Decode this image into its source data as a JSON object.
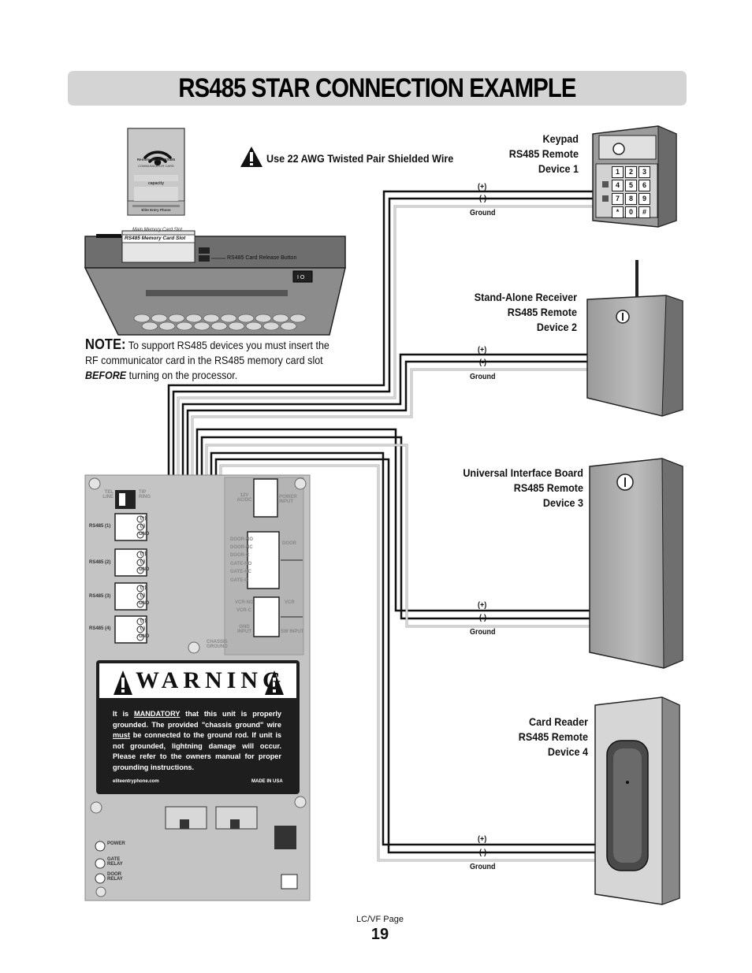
{
  "title": "RS485 STAR CONNECTION EXAMPLE",
  "wire_note": "Use 22 AWG Twisted Pair Shielded Wire",
  "note": {
    "heading": "NOTE:",
    "text_1": "To support RS485 devices you must insert the RF communicator card in the RS485 memory card slot",
    "emphasis": "BEFORE",
    "text_2": "turning on the processor."
  },
  "card": {
    "line1": "Remote Access RS485",
    "line2": "COMMUNICATOR CARD",
    "line3": "capacity",
    "line4": "Elite Entry Phone"
  },
  "processor": {
    "main_slot": "Main Memory Card Slot",
    "rs485_slot": "RS485 Memory Card Slot",
    "release_button": "RS485 Card Release Button"
  },
  "devices": [
    {
      "line1": "Keypad",
      "line2": "RS485 Remote",
      "line3": "Device 1"
    },
    {
      "line1": "Stand-Alone Receiver",
      "line2": "RS485 Remote",
      "line3": "Device 2"
    },
    {
      "line1": "Universal Interface Board",
      "line2": "RS485 Remote",
      "line3": "Device 3"
    },
    {
      "line1": "Card Reader",
      "line2": "RS485 Remote",
      "line3": "Device 4"
    }
  ],
  "wire_labels": {
    "plus": "(+)",
    "minus": "(-)",
    "ground": "Ground"
  },
  "board": {
    "tel_line": "TEL LINE",
    "tip_ring": "TIP RING",
    "ports": [
      "RS485 (1)",
      "RS485 (2)",
      "RS485 (3)",
      "RS485 (4)"
    ],
    "port_pins": [
      "(+)",
      "(-)",
      "GND"
    ],
    "power_12v": "12V AC/DC",
    "power_input": "POWER INPUT",
    "door_pins": [
      "DOOR-NO",
      "DOOR-NC",
      "DOOR-C",
      "GATE-NO",
      "GATE-NC",
      "GATE-C"
    ],
    "door_label": "DOOR",
    "vcr_pins": [
      "VCR-NO",
      "VCR-C"
    ],
    "vcr_label": "VCR",
    "gnd_input": "GND INPUT",
    "sw_input": "SW INPUT",
    "chassis_ground": "CHASSIS GROUND",
    "leds": [
      "POWER",
      "GATE RELAY",
      "DOOR RELAY"
    ]
  },
  "warning": {
    "heading": "WARNING",
    "pre": "It is",
    "mandatory": "MANDATORY",
    "text_a": "that this unit is properly grounded. The provided \"chassis ground\" wire",
    "must": "must",
    "text_b": "be connected to the ground rod. If unit is not grounded, lightning damage will occur. Please refer to the owners manual for proper grounding instructions.",
    "website": "eliteentryphone.com",
    "made_in": "MADE IN USA"
  },
  "keypad_keys": [
    "1",
    "2",
    "3",
    "4",
    "5",
    "6",
    "7",
    "8",
    "9",
    "*",
    "0",
    "#"
  ],
  "footer": {
    "page_label": "LC/VF Page",
    "page_number": "19"
  }
}
